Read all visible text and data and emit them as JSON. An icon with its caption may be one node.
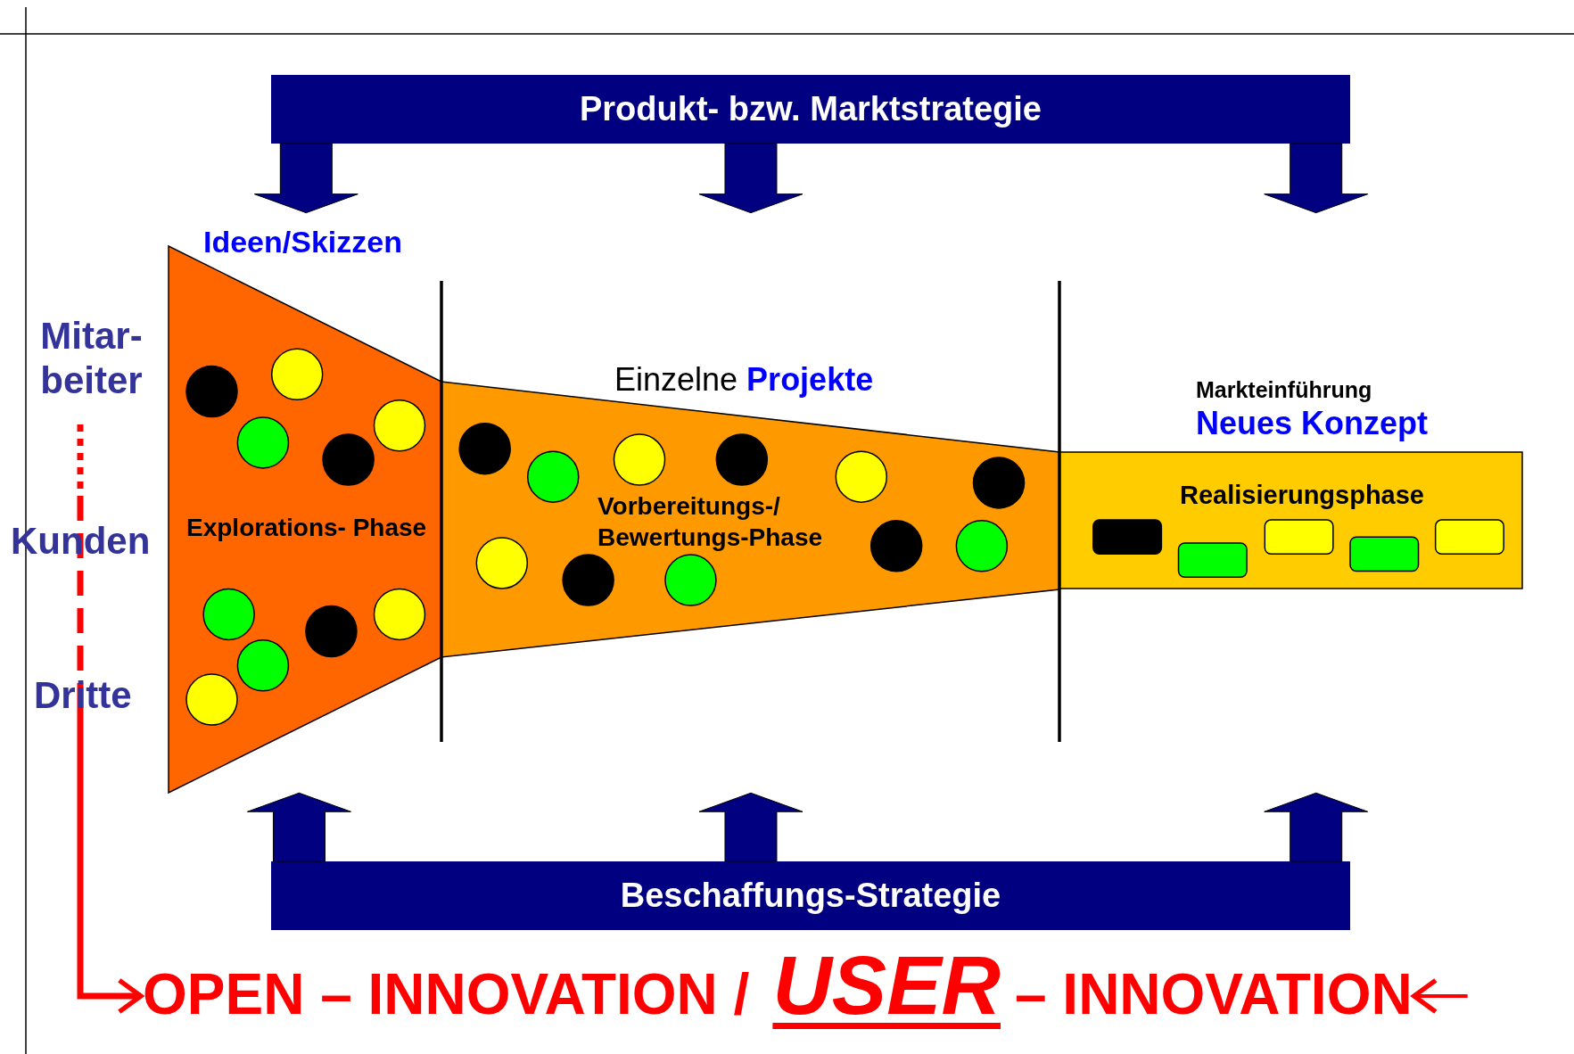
{
  "diagram": {
    "nodes": [
      {
        "text": [
          "Produkt- bzw. Marktstrategie"
        ]
      },
      {
        "text": [
          "Explorations- Phase"
        ],
        "beside": [
          "Ideen/Skizzen"
        ]
      },
      {
        "text": [
          "Vorbereitungs-/ Bewertungs-Phase"
        ],
        "beside": [
          "Einzelne **Projekte**"
        ]
      },
      {
        "text": [
          "Realisierungsphase"
        ],
        "beside": [
          "Markteinführung",
          "Neues Konzept"
        ]
      },
      {
        "text": [
          "Mitar- beiter"
        ]
      },
      {
        "text": [
          "Beschaffungs-Strategie"
        ]
      },
      {
        "text": [
          "OPEN – INNOVATION /",
          "USER",
          "– INNOVATION"
        ]
      }
    ],
    "edges": [
      {
        "from": 0,
        "to": null,
        "arrow": "to"
      },
      {
        "from": 0,
        "to": null,
        "arrow": "to"
      },
      {
        "from": 0,
        "to": null,
        "arrow": "to"
      },
      {
        "from": 5,
        "to": null,
        "arrow": "to"
      },
      {
        "from": 5,
        "to": null,
        "arrow": "to"
      },
      {
        "from": 5,
        "to": null,
        "arrow": "to"
      },
      {
        "from": 4,
        "to": 6,
        "arrow": "to",
        "style": "dashed",
        "color": "#ff0000"
      },
      {
        "from": null,
        "to": 6,
        "arrow": "to",
        "color": "#ff0000"
      }
    ],
    "labels": [
      "Kunden",
      "Dritte"
    ]
  }
}
